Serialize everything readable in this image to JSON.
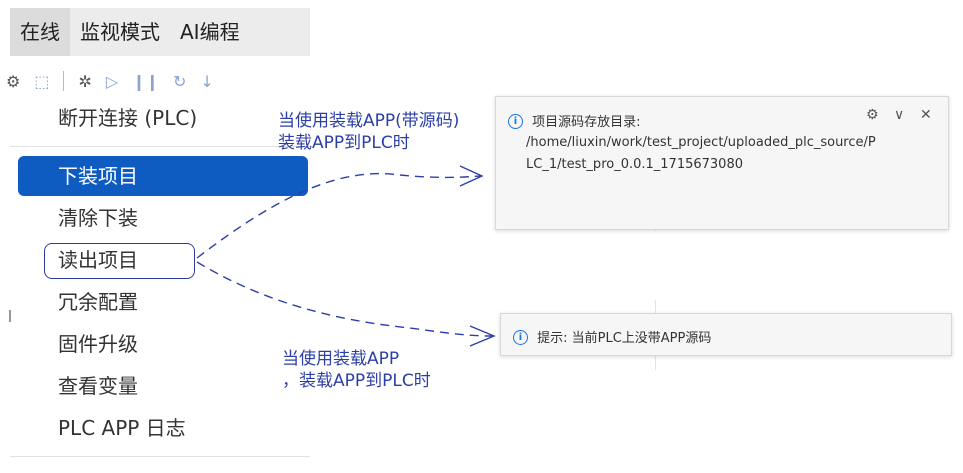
{
  "menubar": {
    "items": [
      "在线",
      "监视模式",
      "AI编程"
    ]
  },
  "toolbar": {
    "icons": [
      "gear-settings",
      "cpu-download",
      "debug",
      "play",
      "pause",
      "refresh",
      "step"
    ]
  },
  "menu": {
    "items": [
      {
        "label": "断开连接 (PLC)"
      },
      {
        "label": "下装项目",
        "selected": true
      },
      {
        "label": "清除下装"
      },
      {
        "label": "读出项目",
        "circled": true
      },
      {
        "label": "冗余配置"
      },
      {
        "label": "固件升级"
      },
      {
        "label": "查看变量"
      },
      {
        "label": "PLC APP 日志"
      }
    ]
  },
  "annotations": {
    "top": "当使用装载APP(带源码)\n装载APP到PLC时",
    "bottom": "当使用装载APP\n，装载APP到PLC时",
    "color": "#2c3fa6"
  },
  "notification1": {
    "title": "项目源码存放目录:",
    "line1": "/home/liuxin/work/test_project/uploaded_plc_source/P",
    "line2": "LC_1/test_pro_0.0.1_1715673080",
    "gear": "⚙",
    "chevron": "∨",
    "close": "✕"
  },
  "notification2": {
    "text": "提示: 当前PLC上没带APP源码"
  },
  "colors": {
    "selected_bg": "#0e5cc2",
    "info_icon": "#1a73e8"
  }
}
